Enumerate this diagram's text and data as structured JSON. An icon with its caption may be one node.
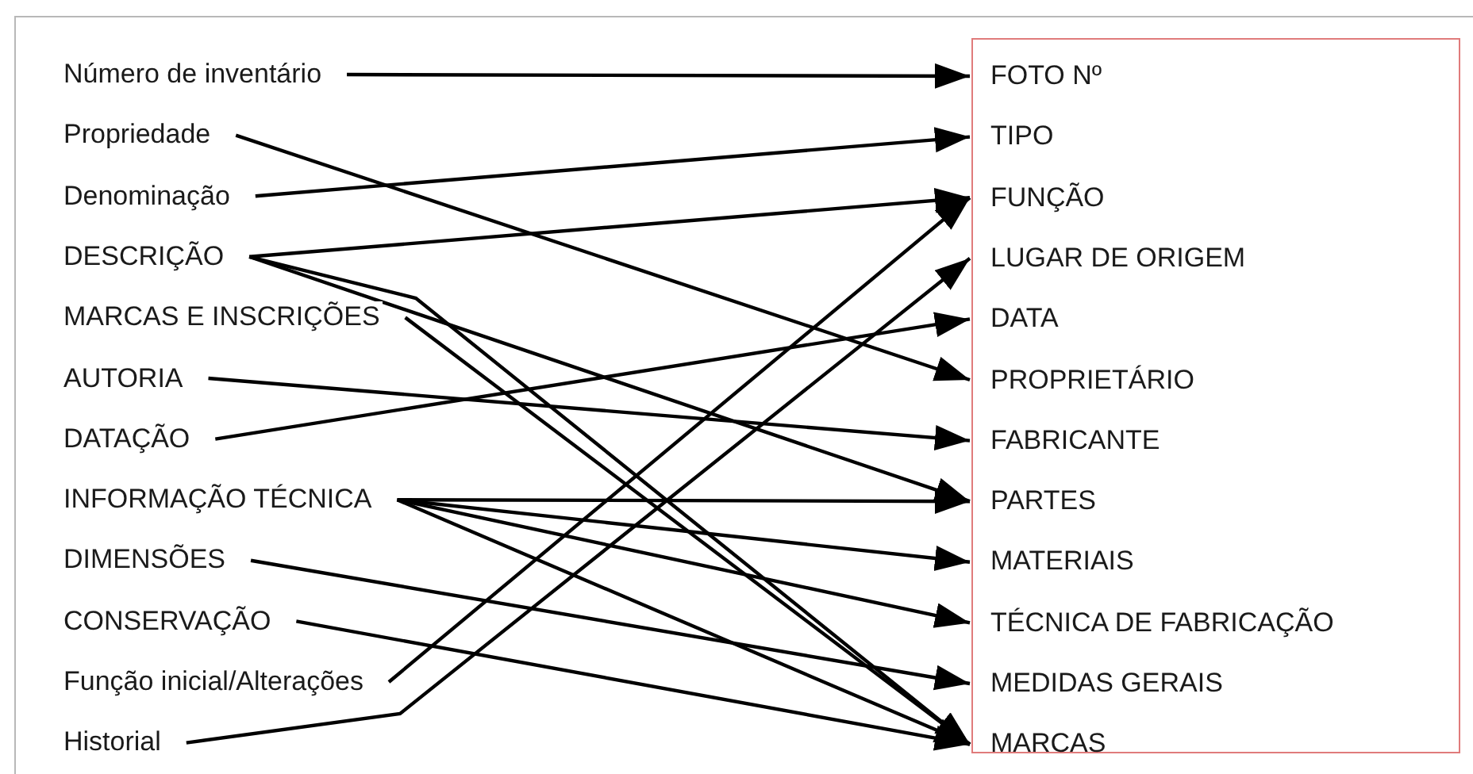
{
  "diagram": {
    "nodes": [
      {
        "text": [
          "Número de inventário"
        ]
      },
      {
        "text": [
          "Propriedade"
        ]
      },
      {
        "text": [
          "Denominação"
        ]
      },
      {
        "text": [
          "DESCRIÇÃO"
        ]
      },
      {
        "text": [
          "MARCAS E INSCRIÇÕES"
        ]
      },
      {
        "text": [
          "AUTORIA"
        ]
      },
      {
        "text": [
          "DATAÇÃO"
        ]
      },
      {
        "text": [
          "INFORMAÇÃO TÉCNICA"
        ]
      },
      {
        "text": [
          "DIMENSÕES"
        ]
      },
      {
        "text": [
          "CONSERVAÇÃO"
        ]
      },
      {
        "text": [
          "Função inicial/Alterações"
        ]
      },
      {
        "text": [
          "Historial"
        ]
      },
      {
        "text": [],
        "shape": "box"
      },
      {
        "text": [
          "FOTO Nº"
        ],
        "in": 12
      },
      {
        "text": [
          "TIPO"
        ],
        "in": 12
      },
      {
        "text": [
          "FUNÇÃO"
        ],
        "in": 12
      },
      {
        "text": [
          "LUGAR DE ORIGEM"
        ],
        "in": 12
      },
      {
        "text": [
          "DATA"
        ],
        "in": 12
      },
      {
        "text": [
          "PROPRIETÁRIO"
        ],
        "in": 12
      },
      {
        "text": [
          "FABRICANTE"
        ],
        "in": 12
      },
      {
        "text": [
          "PARTES"
        ],
        "in": 12
      },
      {
        "text": [
          "MATERIAIS"
        ],
        "in": 12
      },
      {
        "text": [
          "TÉCNICA DE FABRICAÇÃO"
        ],
        "in": 12
      },
      {
        "text": [
          "MEDIDAS GERAIS"
        ],
        "in": 12
      },
      {
        "text": [
          "MARCAS"
        ],
        "in": 12
      }
    ],
    "edges": [
      {
        "from": 0,
        "to": 13,
        "arrow": "to"
      },
      {
        "from": 1,
        "to": 18,
        "arrow": "to"
      },
      {
        "from": 2,
        "to": 14,
        "arrow": "to"
      },
      {
        "from": 3,
        "to": 15,
        "arrow": "to"
      },
      {
        "from": 3,
        "to": 20,
        "arrow": "to"
      },
      {
        "from": 3,
        "to": 24,
        "arrow": "to"
      },
      {
        "from": 4,
        "to": 24,
        "arrow": "to"
      },
      {
        "from": 5,
        "to": 19,
        "arrow": "to"
      },
      {
        "from": 6,
        "to": 17,
        "arrow": "to"
      },
      {
        "from": 7,
        "to": 20,
        "arrow": "to"
      },
      {
        "from": 7,
        "to": 21,
        "arrow": "to"
      },
      {
        "from": 7,
        "to": 22,
        "arrow": "to"
      },
      {
        "from": 7,
        "to": 24,
        "arrow": "to"
      },
      {
        "from": 8,
        "to": 23,
        "arrow": "to"
      },
      {
        "from": 9,
        "to": 24,
        "arrow": "to"
      },
      {
        "from": 10,
        "to": 15,
        "arrow": "to"
      },
      {
        "from": 11,
        "to": 16,
        "arrow": "to"
      }
    ]
  }
}
